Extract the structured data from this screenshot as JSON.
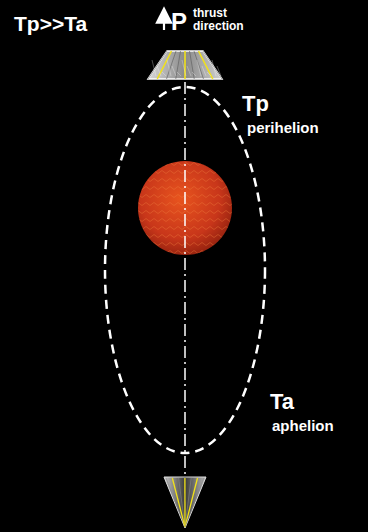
{
  "diagram": {
    "labels": [
      "Tp>>Ta",
      "P",
      "thrust direction",
      "Tp",
      "perihelion",
      "Ta",
      "aphelion"
    ]
  }
}
